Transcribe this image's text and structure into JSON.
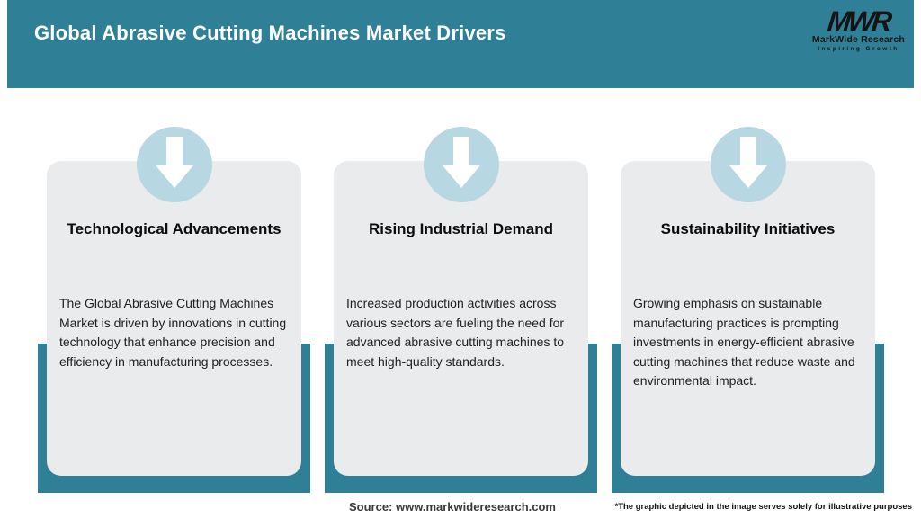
{
  "header": {
    "title": "Global Abrasive Cutting Machines Market Drivers"
  },
  "logo": {
    "monogram": "MWR",
    "name": "MarkWide Research",
    "tagline": "Inspiring Growth"
  },
  "cards": [
    {
      "icon": "arrow-down-icon",
      "title": "Technological Advancements",
      "body": "The Global Abrasive Cutting Machines Market is driven by innovations in cutting technology that enhance precision and efficiency in manufacturing processes."
    },
    {
      "icon": "arrow-down-icon",
      "title": "Rising Industrial Demand",
      "body": "Increased production activities across various sectors are fueling the need for advanced abrasive cutting machines to meet high-quality standards."
    },
    {
      "icon": "arrow-down-icon",
      "title": "Sustainability Initiatives",
      "body": "Growing emphasis on sustainable manufacturing practices is prompting investments in energy-efficient abrasive cutting machines that reduce waste and environmental impact."
    }
  ],
  "footer": {
    "source": "Source: www.markwideresearch.com",
    "disclaimer": "*The graphic depicted in the image serves solely for illustrative purposes"
  },
  "colors": {
    "accent": "#2f8096",
    "card-bg": "#e9ebec",
    "circle-bg": "#b7d8e2",
    "title-text": "#ffffff",
    "body-text": "#1f1f1f"
  }
}
